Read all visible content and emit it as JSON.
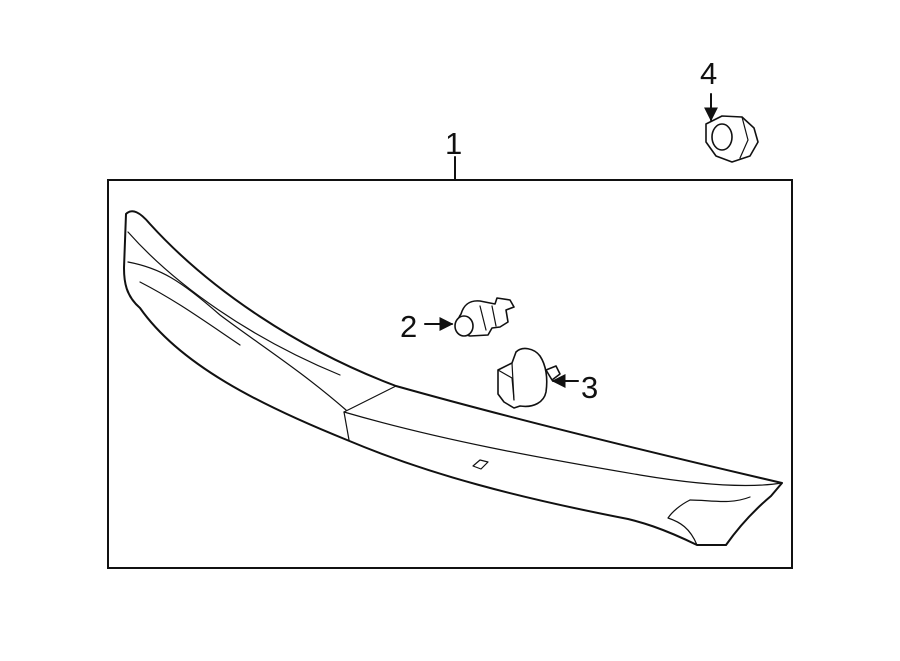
{
  "diagram": {
    "callouts": [
      {
        "id": "1",
        "label": "1"
      },
      {
        "id": "2",
        "label": "2"
      },
      {
        "id": "3",
        "label": "3"
      },
      {
        "id": "4",
        "label": "4"
      }
    ],
    "colors": {
      "ink": "#111111",
      "background": "#ffffff"
    }
  }
}
